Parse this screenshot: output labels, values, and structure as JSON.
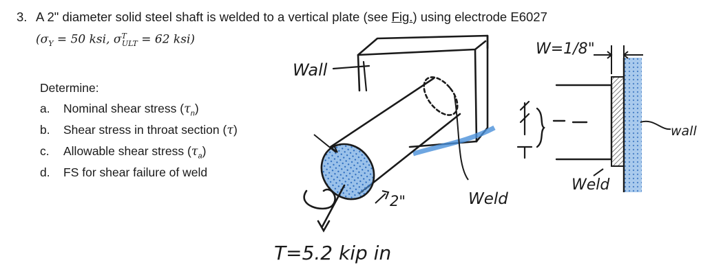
{
  "problem": {
    "number": "3.",
    "statement_part1": "A 2\" diameter solid steel shaft is welded to a vertical plate (see ",
    "fig_link": "Fig.",
    "statement_part2": ") using electrode E6027",
    "given": {
      "open": "(",
      "sigma_y": "σ",
      "sigma_y_sub": "Y",
      "sigma_y_val": " = 50 ksi,  ",
      "sigma_ult": "σ",
      "sigma_ult_sup": "T",
      "sigma_ult_sub": "ULT",
      "sigma_ult_val": " = 62 ksi)"
    },
    "determine_label": "Determine:",
    "parts": [
      {
        "letter": "a.",
        "text": "Nominal shear stress (",
        "sym": "τ",
        "sub": "n",
        "close": ")"
      },
      {
        "letter": "b.",
        "text": "Shear stress in throat section (",
        "sym": "τ",
        "sub": "",
        "close": ")"
      },
      {
        "letter": "c.",
        "text": "Allowable shear stress (",
        "sym": "τ",
        "sub": "a",
        "close": ")"
      },
      {
        "letter": "d.",
        "text": "FS for shear failure of weld",
        "sym": "",
        "sub": "",
        "close": ""
      }
    ]
  },
  "figure": {
    "wall_label": "Wall",
    "weld_label": "Weld",
    "diameter_label": "2\"",
    "torque_label": "T=5.2 kip in",
    "weld_size_label": "W=1/8\"",
    "section_label": "T",
    "section_weld_label": "Weld",
    "section_wall_label": "wall",
    "colors": {
      "ink": "#1a1a1a",
      "weld_blue": "#4a90d9",
      "hatch": "#555555"
    }
  }
}
